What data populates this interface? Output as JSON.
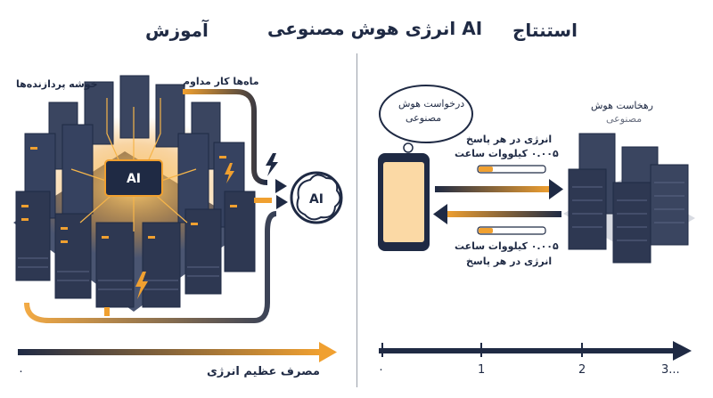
{
  "titles": {
    "center": "AI انرژی هوش مصنوعی",
    "left": "آموزش",
    "right": "استنتاج"
  },
  "training": {
    "cluster_label": "خوشه پردازنده‌ها",
    "continuous_label": "ماه‌ها کار مداوم",
    "chip_label": "AI",
    "brain_label": "AI",
    "axis_start": "۰",
    "axis_label": "مصرف عظیم انرژی"
  },
  "inference": {
    "bubble_line1": "درخواست هوش",
    "bubble_line2": "مصنوعی",
    "server_label_line1": "رهخاست هوش",
    "server_label_line2": "مصنوعی",
    "top_energy_line1": "انرژی در هر پاسخ",
    "top_energy_line2": "۰.۰۰۵ کیلووات ساعت",
    "bottom_energy_line1": "۰.۰۰۵ کیلووات ساعت",
    "bottom_energy_line2": "انرژی در هر پاسخ",
    "axis_ticks": [
      "۰",
      "1",
      "2",
      "3..."
    ]
  },
  "colors": {
    "navy": "#1f2a44",
    "orange": "#f0a030",
    "server": "#3a4560"
  }
}
